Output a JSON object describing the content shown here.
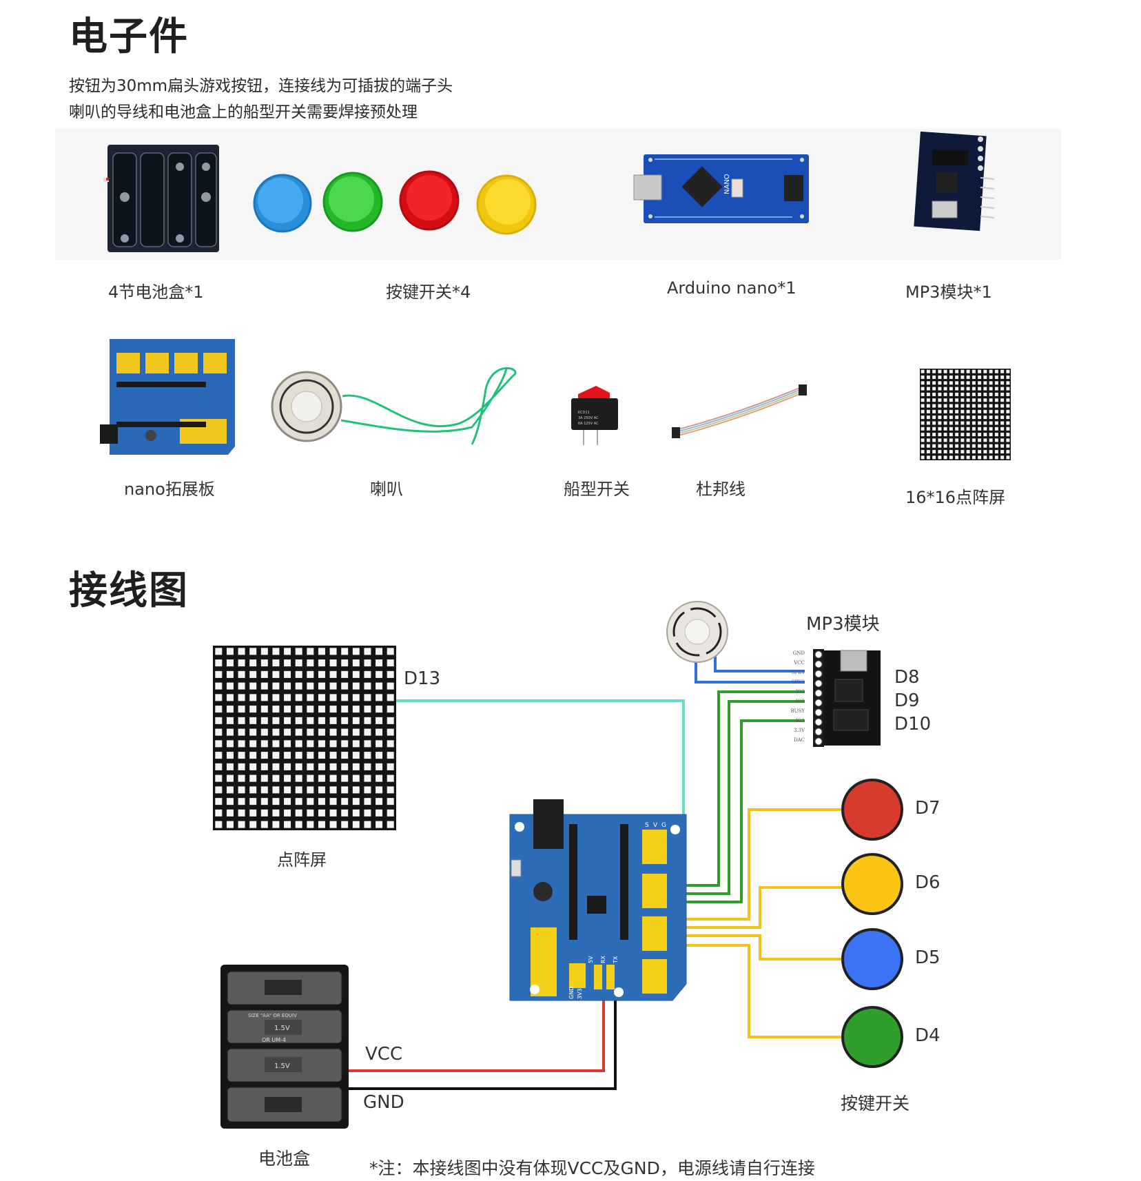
{
  "section1": {
    "title": "电子件",
    "intro_lines": [
      "按钮为30mm扁头游戏按钮，连接线为可插拔的端子头",
      "喇叭的导线和电池盒上的船型开关需要焊接预处理"
    ],
    "components": [
      {
        "label": "4节电池盒*1",
        "icon": "battery-box-icon"
      },
      {
        "label": "按键开关*4",
        "icon": "arcade-button-icon",
        "colors": [
          "#3aa0e6",
          "#35c83a",
          "#e3161c",
          "#f3d21b"
        ]
      },
      {
        "label": "Arduino nano*1",
        "icon": "arduino-nano-icon"
      },
      {
        "label": "MP3模块*1",
        "icon": "mp3-module-icon"
      },
      {
        "label": "nano拓展板",
        "icon": "nano-shield-icon"
      },
      {
        "label": "喇叭",
        "icon": "speaker-icon"
      },
      {
        "label": "船型开关",
        "icon": "rocker-switch-icon"
      },
      {
        "label": "杜邦线",
        "icon": "dupont-wire-icon"
      },
      {
        "label": "16*16点阵屏",
        "icon": "led-matrix-icon"
      }
    ],
    "board_text": {
      "nano_label": "NANO",
      "switch_text": [
        "KCD11",
        "3A 250V AC",
        "6A 125V AC"
      ]
    }
  },
  "section2": {
    "title": "接线图",
    "matrix": {
      "label": "点阵屏",
      "pin": "D13",
      "wire_color": "#63dcc8"
    },
    "mp3": {
      "title": "MP3模块",
      "pins": [
        "GND",
        "VCC",
        "SPK1",
        "SPK2",
        "IO3",
        "IO2",
        "BUSY",
        "IO1",
        "3.3V",
        "DAC"
      ],
      "connections": [
        "D8",
        "D9",
        "D10"
      ],
      "speaker_wire_color": "#2f6fe6",
      "signal_wire_color": "#2f9e2a"
    },
    "buttons": {
      "label": "按键开关",
      "wire_color": "#f5c21b",
      "items": [
        {
          "pin": "D7",
          "color": "#d83a2e"
        },
        {
          "pin": "D6",
          "color": "#fbc516"
        },
        {
          "pin": "D5",
          "color": "#3a74f5"
        },
        {
          "pin": "D4",
          "color": "#2f9e2a"
        }
      ]
    },
    "battery": {
      "label": "电池盒",
      "vcc": "VCC",
      "gnd": "GND",
      "vcc_color": "#e2342e",
      "gnd_color": "#111111",
      "cell_text": [
        "SIZE \"AA\" OR EQUIV",
        "1.5V",
        "OR UM-4",
        "1.5V"
      ]
    },
    "shield_text": {
      "headers": [
        "S",
        "V",
        "G"
      ],
      "bottom": [
        "GND",
        "3V3",
        "5V",
        "RX",
        "TX"
      ]
    },
    "note": "*注：本接线图中没有体现VCC及GND，电源线请自行连接"
  }
}
